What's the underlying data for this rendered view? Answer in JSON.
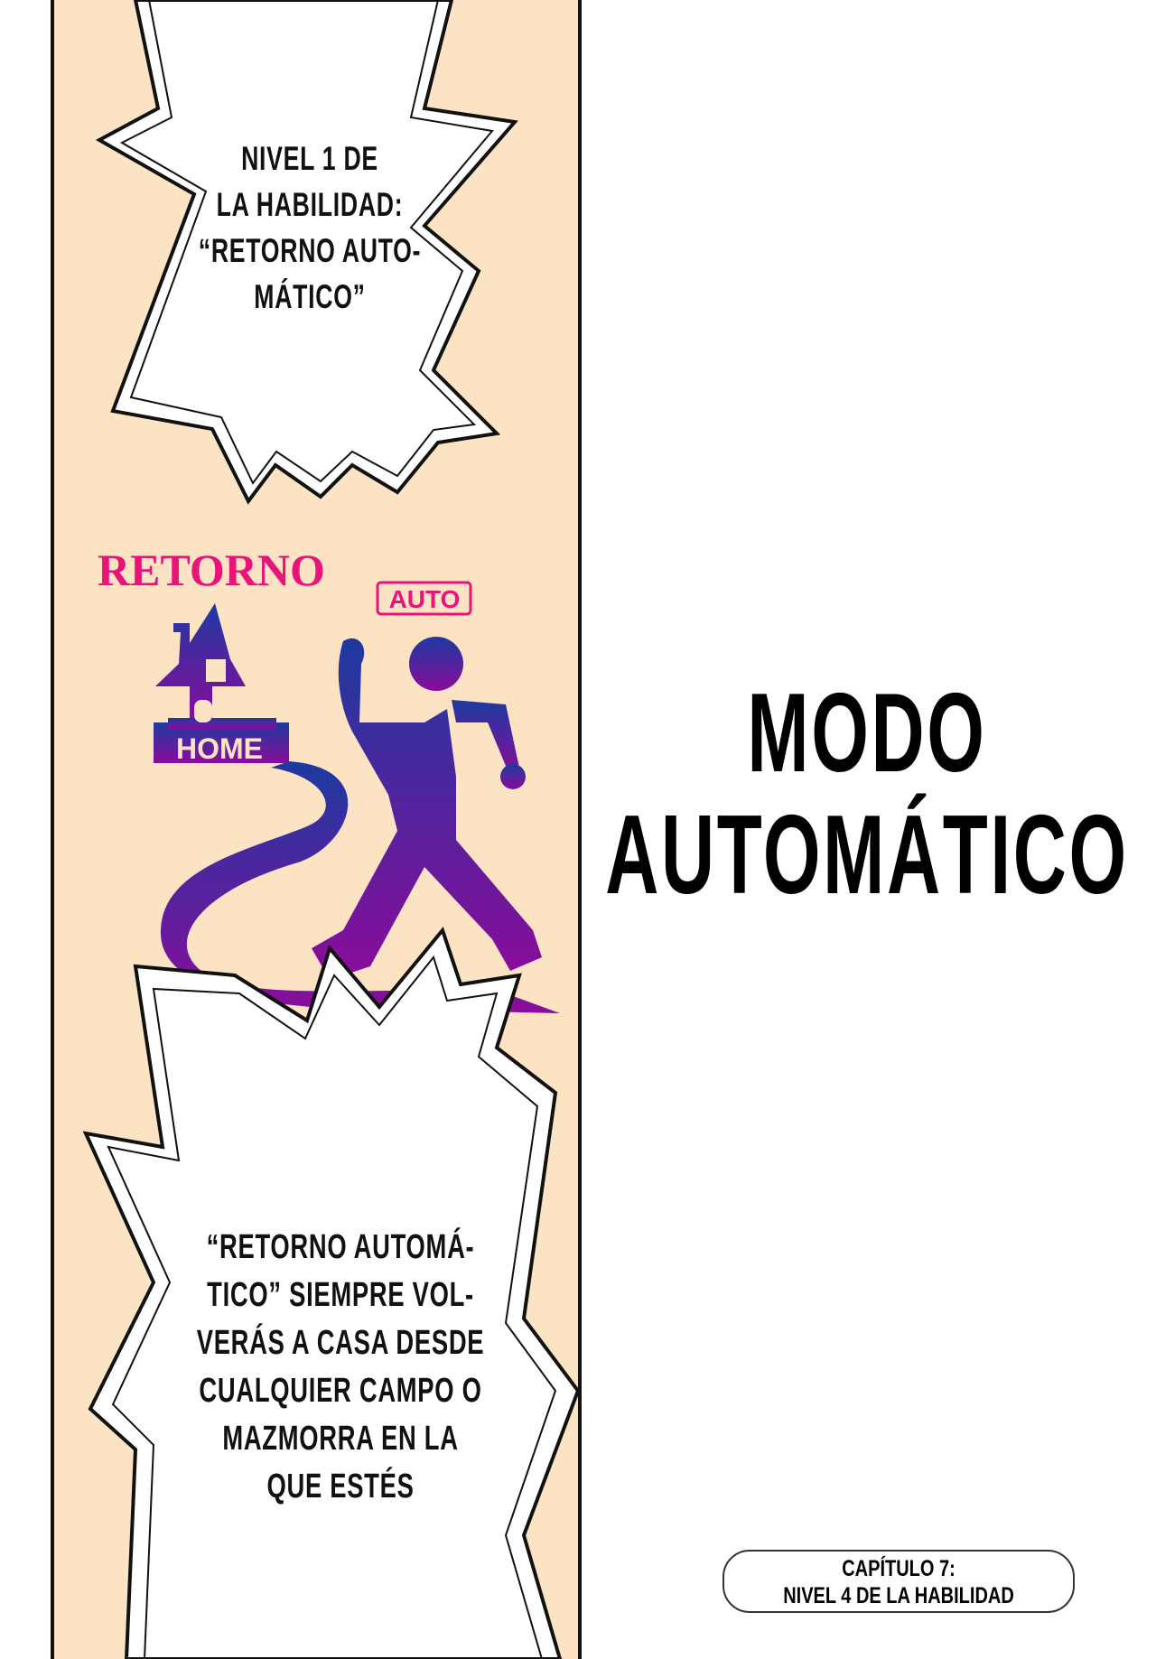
{
  "panel": {
    "background_color": "#fbe3c4",
    "bubble_top": {
      "lines": [
        "NIVEL 1 DE",
        "LA HABILIDAD:",
        "“RETORNO AUTO-",
        "MÁTICO”"
      ]
    },
    "illustration": {
      "retorno_label": "RETORNO",
      "auto_label": "AUTO",
      "home_label": "HOME",
      "accent_color": "#e8147a",
      "gradient_colors": [
        "#1d3aa0",
        "#8a0c9a"
      ]
    },
    "bubble_bottom": {
      "lines": [
        "“RETORNO AUTOMÁ-",
        "TICO” SIEMPRE VOL-",
        "VERÁS A CASA DESDE",
        "CUALQUIER CAMPO O",
        "MAZMORRA EN LA",
        "QUE ESTÉS"
      ]
    }
  },
  "title": {
    "lines": [
      "MODO",
      "AUTOMÁTICO"
    ]
  },
  "chapter": {
    "lines": [
      "CAPÍTULO 7:",
      "NIVEL 4 DE LA HABILIDAD"
    ]
  }
}
